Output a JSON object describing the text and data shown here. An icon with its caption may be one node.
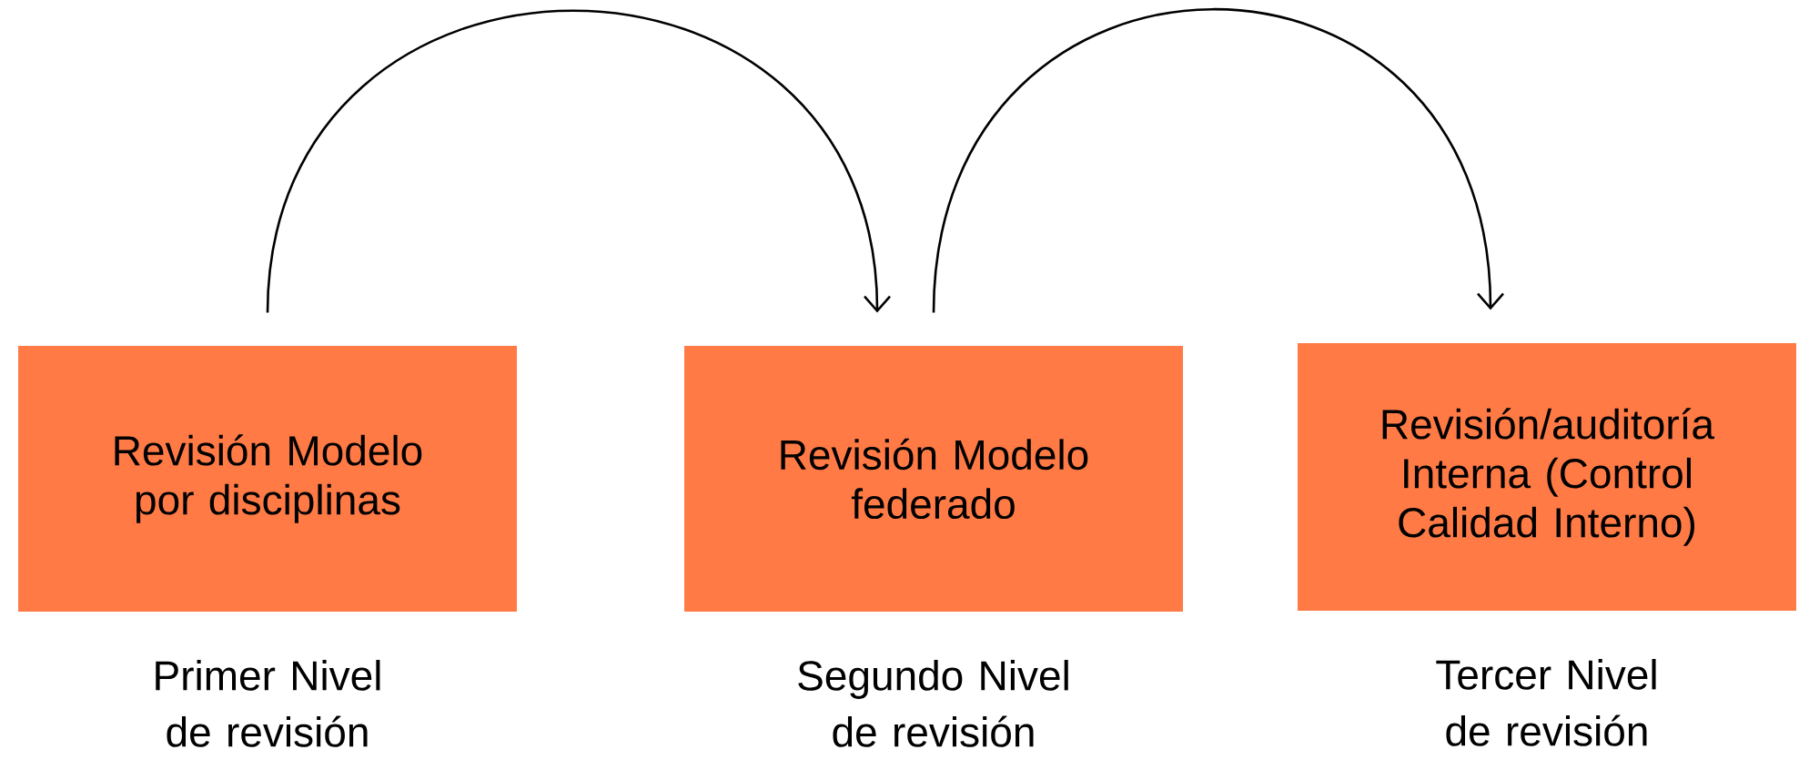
{
  "diagram": {
    "nodes": [
      {
        "text": [
          "Revisión Modelo por disciplinas"
        ],
        "beside": [
          "Primer Nivel de revisión"
        ]
      },
      {
        "text": [
          "Revisión Modelo federado"
        ],
        "beside": [
          "Segundo Nivel de revisión"
        ]
      },
      {
        "text": [
          "Revisión/auditoría Interna (Control Calidad Interno)"
        ],
        "beside": [
          "Tercer Nivel de revisión"
        ]
      }
    ],
    "edges": [
      {
        "from": 0,
        "to": 1,
        "arrow": "to"
      },
      {
        "from": 1,
        "to": 2,
        "arrow": "to"
      }
    ]
  }
}
